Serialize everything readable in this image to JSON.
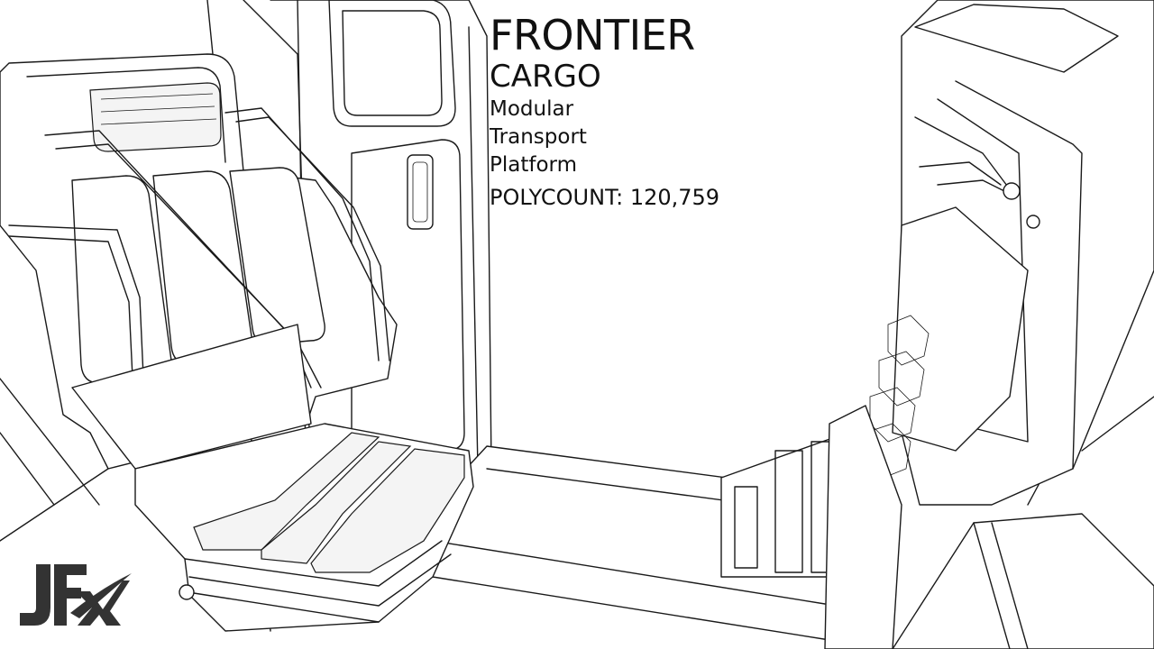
{
  "title": {
    "line1": "FRONTIER",
    "line2": "CARGO",
    "desc1": "Modular",
    "desc2": "Transport",
    "desc3": "Platform",
    "polycount_label": "POLYCOUNT:",
    "polycount_value": "120,759"
  },
  "logo": {
    "text": "JFX",
    "color": "#333333"
  },
  "colors": {
    "background": "#ffffff",
    "line": "#1a1a1a"
  }
}
